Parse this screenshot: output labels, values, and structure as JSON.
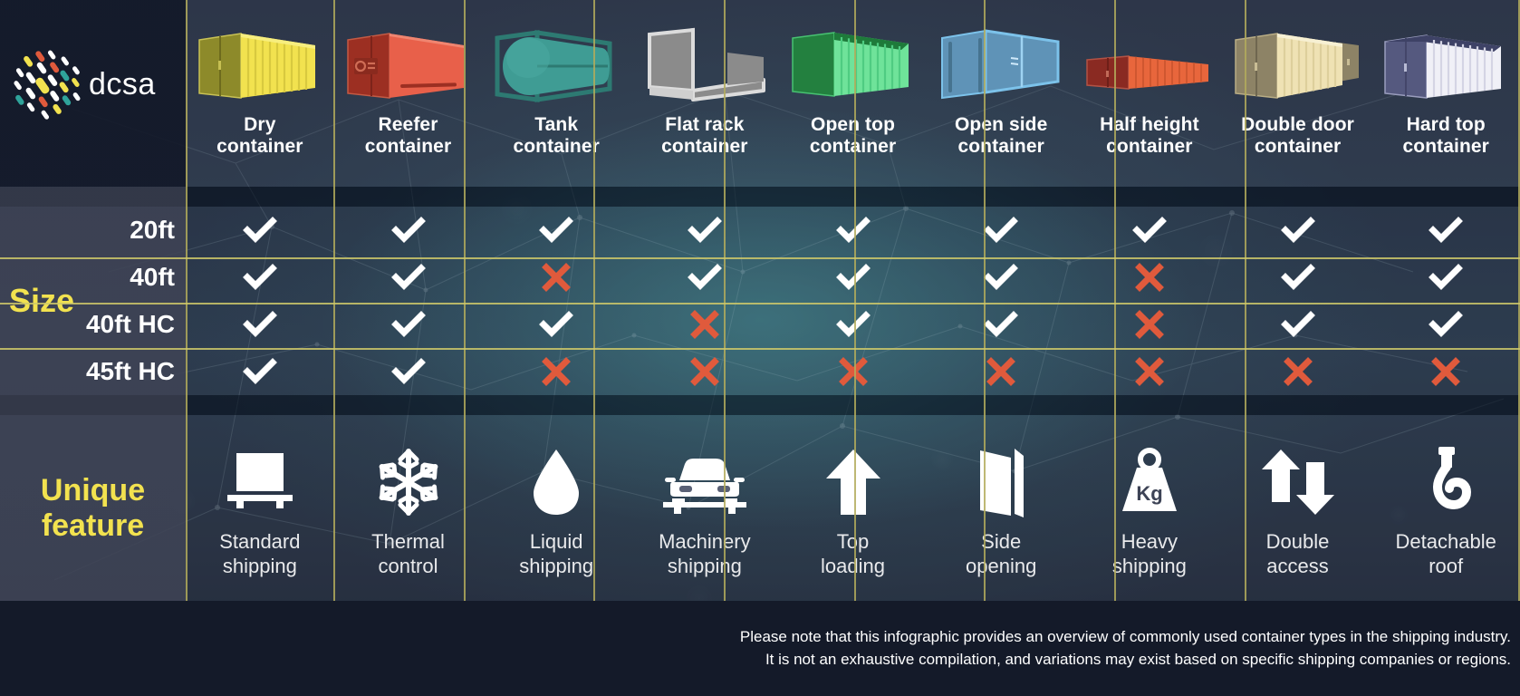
{
  "brand": {
    "name": "dcsa",
    "logo_icon": "dcsa-confetti-logo"
  },
  "accent_colors": {
    "label_yellow": "#f2e24f",
    "grid_line": "#cfc96a",
    "check_white": "#ffffff",
    "cross_red": "#e05a3c",
    "panel": "#5c6478",
    "footer_bg": "#141a29"
  },
  "columns": [
    {
      "id": "dry",
      "title_line1": "Dry",
      "title_line2": "container",
      "art_icon": "dry-container-art",
      "body_color": "#f2e24f",
      "door_color": "#8d8a2a"
    },
    {
      "id": "reefer",
      "title_line1": "Reefer",
      "title_line2": "container",
      "art_icon": "reefer-container-art",
      "body_color": "#e8604a",
      "door_color": "#9c2f22"
    },
    {
      "id": "tank",
      "title_line1": "Tank",
      "title_line2": "container",
      "art_icon": "tank-container-art",
      "body_color": "#3f9c94",
      "door_color": "#2d7a72"
    },
    {
      "id": "flat_rack",
      "title_line1": "Flat rack",
      "title_line2": "container",
      "art_icon": "flat-rack-container-art",
      "body_color": "#8b8b8b",
      "door_color": "#d9d9d9"
    },
    {
      "id": "open_top",
      "title_line1": "Open top",
      "title_line2": "container",
      "art_icon": "open-top-container-art",
      "body_color": "#6fe39a",
      "door_color": "#23803f"
    },
    {
      "id": "open_side",
      "title_line1": "Open side",
      "title_line2": "container",
      "art_icon": "open-side-container-art",
      "body_color": "#5f93b7",
      "door_color": "#6fb4de"
    },
    {
      "id": "half_height",
      "title_line1": "Half height",
      "title_line2": "container",
      "art_icon": "half-height-container-art",
      "body_color": "#e8663c",
      "door_color": "#8a2a22"
    },
    {
      "id": "double_door",
      "title_line1": "Double door",
      "title_line2": "container",
      "art_icon": "double-door-container-art",
      "body_color": "#efe2b4",
      "door_color": "#8d8366"
    },
    {
      "id": "hard_top",
      "title_line1": "Hard top",
      "title_line2": "container",
      "art_icon": "hard-top-container-art",
      "body_color": "#f0f0f7",
      "door_color": "#55597f"
    }
  ],
  "size_section": {
    "label": "Size",
    "rows": [
      {
        "label": "20ft",
        "values": [
          true,
          true,
          true,
          true,
          true,
          true,
          true,
          true,
          true
        ]
      },
      {
        "label": "40ft",
        "values": [
          true,
          true,
          false,
          true,
          true,
          true,
          false,
          true,
          true
        ]
      },
      {
        "label": "40ft HC",
        "values": [
          true,
          true,
          true,
          false,
          true,
          true,
          false,
          true,
          true
        ]
      },
      {
        "label": "45ft HC",
        "values": [
          true,
          true,
          false,
          false,
          false,
          false,
          false,
          false,
          false
        ]
      }
    ],
    "check_symbol": "check-icon",
    "cross_symbol": "cross-icon"
  },
  "feature_section": {
    "label_line1": "Unique",
    "label_line2": "feature",
    "items": [
      {
        "icon": "box-on-pallet-icon",
        "line1": "Standard",
        "line2": "shipping"
      },
      {
        "icon": "snowflake-icon",
        "line1": "Thermal",
        "line2": "control"
      },
      {
        "icon": "water-drop-icon",
        "line1": "Liquid",
        "line2": "shipping"
      },
      {
        "icon": "car-on-rack-icon",
        "line1": "Machinery",
        "line2": "shipping"
      },
      {
        "icon": "arrow-up-icon",
        "line1": "Top",
        "line2": "loading"
      },
      {
        "icon": "open-door-icon",
        "line1": "Side",
        "line2": "opening"
      },
      {
        "icon": "weight-kg-icon",
        "line1": "Heavy",
        "line2": "shipping",
        "icon_text": "Kg"
      },
      {
        "icon": "arrows-up-down-icon",
        "line1": "Double",
        "line2": "access"
      },
      {
        "icon": "crane-hook-icon",
        "line1": "Detachable",
        "line2": "roof"
      }
    ]
  },
  "footer": {
    "line1": "Please note that this infographic provides an overview of commonly used container types in the shipping industry.",
    "line2": "It is not an exhaustive compilation, and variations may exist based on specific shipping companies or regions."
  }
}
